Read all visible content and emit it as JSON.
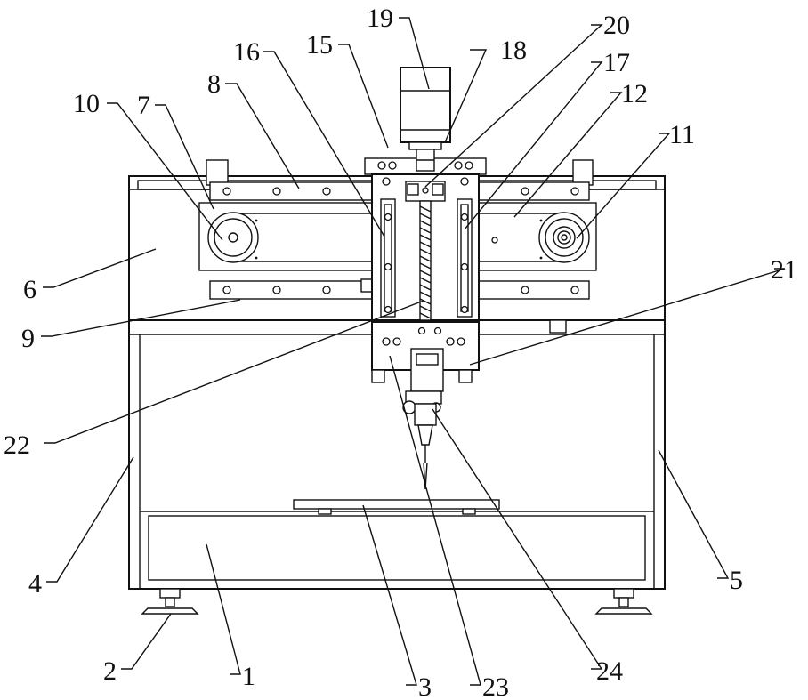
{
  "figure": {
    "callouts": [
      {
        "id": "c1",
        "text": "1"
      },
      {
        "id": "c2",
        "text": "2"
      },
      {
        "id": "c3",
        "text": "3"
      },
      {
        "id": "c4",
        "text": "4"
      },
      {
        "id": "c5",
        "text": "5"
      },
      {
        "id": "c6",
        "text": "6"
      },
      {
        "id": "c7",
        "text": "7"
      },
      {
        "id": "c8",
        "text": "8"
      },
      {
        "id": "c9",
        "text": "9"
      },
      {
        "id": "c10",
        "text": "10"
      },
      {
        "id": "c11",
        "text": "11"
      },
      {
        "id": "c12",
        "text": "12"
      },
      {
        "id": "c15",
        "text": "15"
      },
      {
        "id": "c16",
        "text": "16"
      },
      {
        "id": "c17",
        "text": "17"
      },
      {
        "id": "c18",
        "text": "18"
      },
      {
        "id": "c19",
        "text": "19"
      },
      {
        "id": "c20",
        "text": "20"
      },
      {
        "id": "c21",
        "text": "21"
      },
      {
        "id": "c22",
        "text": "22"
      },
      {
        "id": "c23",
        "text": "23"
      },
      {
        "id": "c24",
        "text": "24"
      }
    ]
  }
}
